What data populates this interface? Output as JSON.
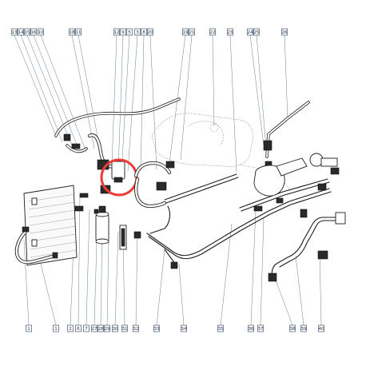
{
  "diagram": {
    "top_callouts": [
      "13",
      "14",
      "15",
      "16",
      "10",
      "18",
      "11",
      "12",
      "9",
      "5",
      "3",
      "8",
      "20",
      "19",
      "21",
      "22",
      "23",
      "24",
      "25",
      "26"
    ],
    "bottom_callouts": [
      "1",
      "1",
      "2",
      "6",
      "7",
      "27",
      "28",
      "29",
      "30",
      "31",
      "32",
      "33",
      "34",
      "35",
      "36",
      "37",
      "38",
      "39",
      "40"
    ],
    "highlight": {
      "color": "#ef3b3b",
      "target": "receiver-drier-valve"
    }
  }
}
